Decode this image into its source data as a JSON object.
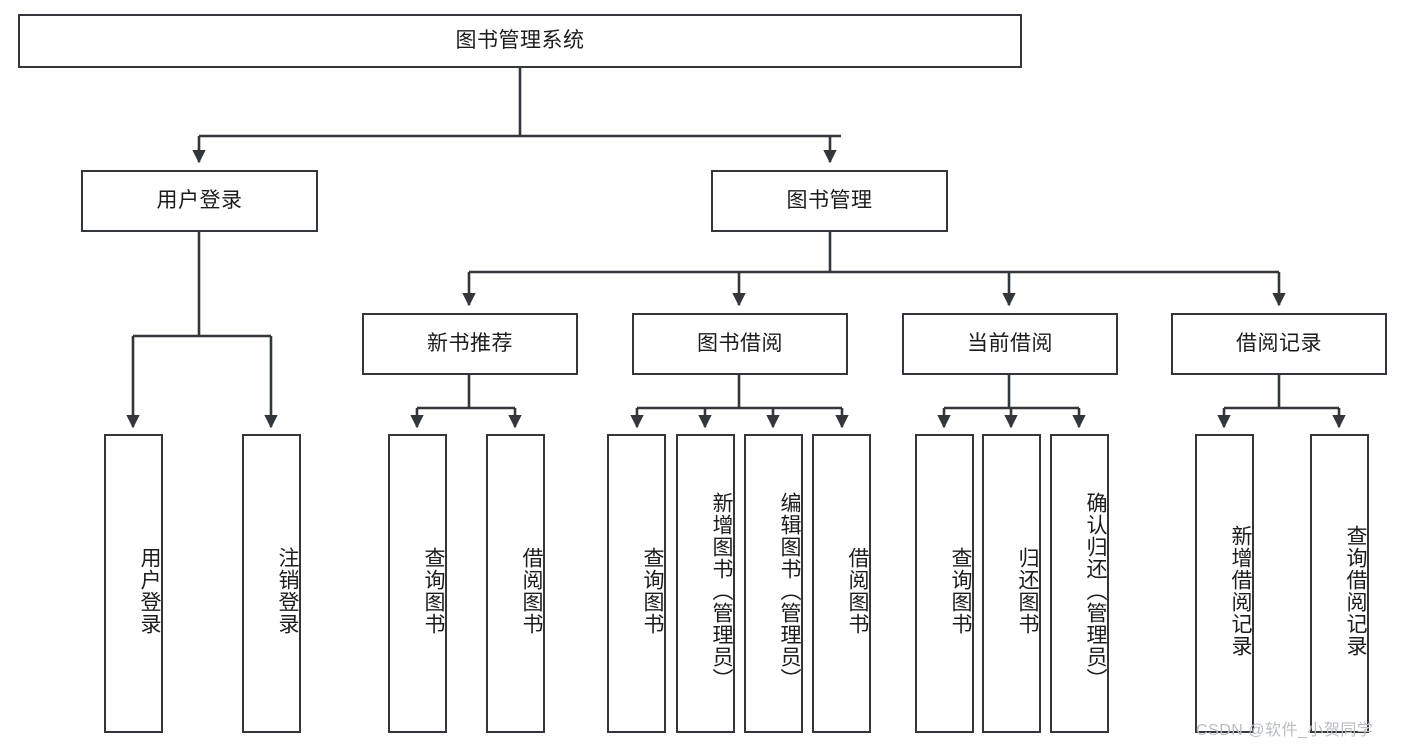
{
  "diagram": {
    "title_node": {
      "label": "图书管理系统"
    },
    "level2": [
      {
        "id": "user-login",
        "label": "用户登录"
      },
      {
        "id": "book-management",
        "label": "图书管理"
      }
    ],
    "level3": [
      {
        "id": "new-book-recommend",
        "label": "新书推荐"
      },
      {
        "id": "book-borrow",
        "label": "图书借阅"
      },
      {
        "id": "current-borrow",
        "label": "当前借阅"
      },
      {
        "id": "borrow-record",
        "label": "借阅记录"
      }
    ],
    "leaves": {
      "user_login": [
        {
          "id": "leaf-user-login",
          "label": "用户登录"
        },
        {
          "id": "leaf-logout-login",
          "label": "注销登录"
        }
      ],
      "new_book_recommend": [
        {
          "id": "leaf-query-book-1",
          "label": "查询图书"
        },
        {
          "id": "leaf-borrow-book-1",
          "label": "借阅图书"
        }
      ],
      "book_borrow": [
        {
          "id": "leaf-query-book-2",
          "label": "查询图书"
        },
        {
          "id": "leaf-add-book",
          "label": "新增图书（管理员）"
        },
        {
          "id": "leaf-edit-book",
          "label": "编辑图书（管理员）"
        },
        {
          "id": "leaf-borrow-book-2",
          "label": "借阅图书"
        }
      ],
      "current_borrow": [
        {
          "id": "leaf-query-book-3",
          "label": "查询图书"
        },
        {
          "id": "leaf-return-book",
          "label": "归还图书"
        },
        {
          "id": "leaf-confirm-return",
          "label": "确认归还（管理员）"
        }
      ],
      "borrow_record": [
        {
          "id": "leaf-add-record",
          "label": "新增借阅记录"
        },
        {
          "id": "leaf-query-record",
          "label": "查询借阅记录"
        }
      ]
    }
  },
  "watermark": {
    "text": "CSDN @软件_小贺同学"
  },
  "colors": {
    "stroke": "#33373b",
    "box_fill": "#ffffff",
    "text": "#1c1c1c",
    "watermark": "#b9bdc2",
    "background": "#ffffff"
  }
}
